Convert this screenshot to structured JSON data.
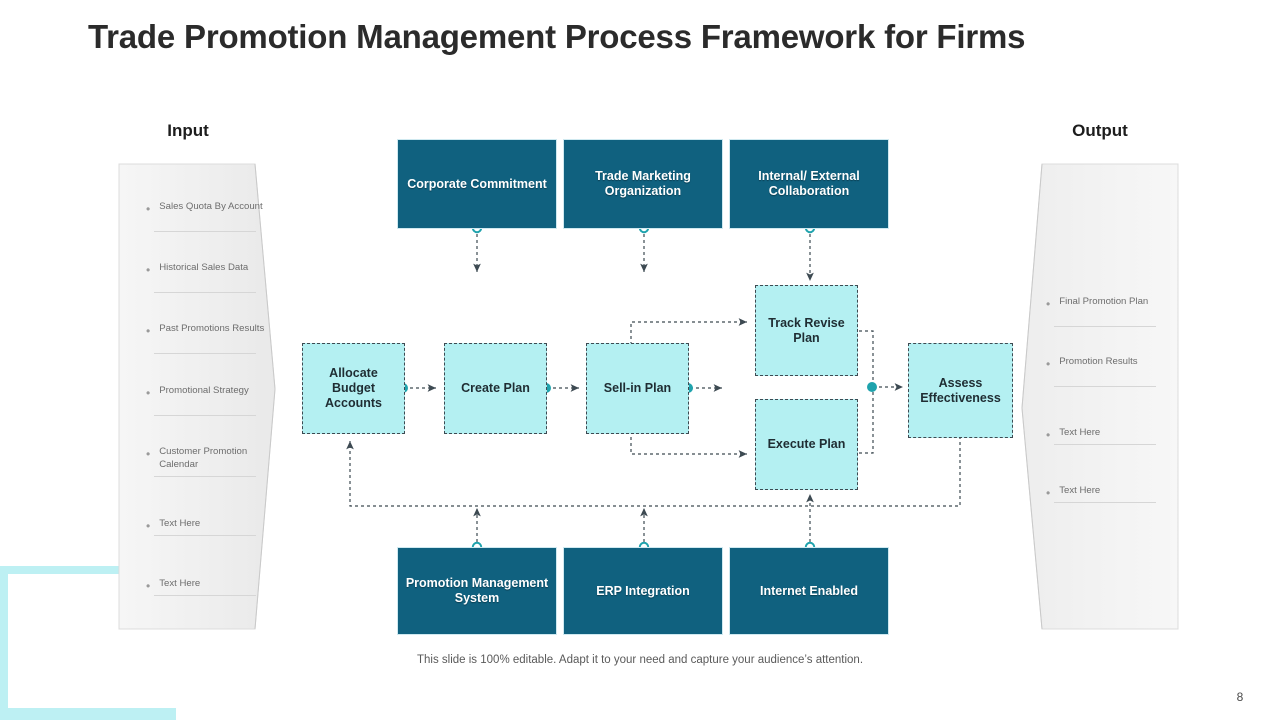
{
  "slide": {
    "title": "Trade Promotion Management Process Framework for Firms",
    "footer_note": "This slide is 100% editable. Adapt it to your need and capture your audience’s attention.",
    "page_number": "8"
  },
  "colors": {
    "dark_box": "#10617F",
    "process_box": "#B4F0F2",
    "node_dot": "#1FA3AD",
    "connector": "#3d4a52",
    "panel_bg": "#F2F2F2",
    "accent_deco": "#BDF0F3",
    "title_text": "#2B2B2B"
  },
  "input_panel": {
    "header": "Input",
    "items": [
      {
        "label": "Sales Quota By Account"
      },
      {
        "label": "Historical Sales Data"
      },
      {
        "label": "Past Promotions Results"
      },
      {
        "label": "Promotional Strategy"
      },
      {
        "label": "Customer Promotion Calendar"
      },
      {
        "label": "Text Here"
      },
      {
        "label": "Text Here"
      }
    ]
  },
  "output_panel": {
    "header": "Output",
    "items": [
      {
        "label": "Final Promotion Plan"
      },
      {
        "label": "Promotion Results"
      },
      {
        "label": "Text Here"
      },
      {
        "label": "Text Here"
      }
    ]
  },
  "top_row": {
    "boxes": [
      {
        "label": "Corporate Commitment"
      },
      {
        "label": "Trade Marketing Organization"
      },
      {
        "label": "Internal/ External Collaboration"
      }
    ]
  },
  "bottom_row": {
    "boxes": [
      {
        "label": "Promotion Management System"
      },
      {
        "label": "ERP Integration"
      },
      {
        "label": "Internet Enabled"
      }
    ]
  },
  "process_flow": {
    "boxes": [
      {
        "id": "allocate",
        "label": "Allocate Budget Accounts"
      },
      {
        "id": "create",
        "label": "Create Plan"
      },
      {
        "id": "sellin",
        "label": "Sell-in Plan"
      },
      {
        "id": "track",
        "label": "Track Revise Plan"
      },
      {
        "id": "execute",
        "label": "Execute Plan"
      },
      {
        "id": "assess",
        "label": "Assess Effectiveness"
      }
    ]
  }
}
